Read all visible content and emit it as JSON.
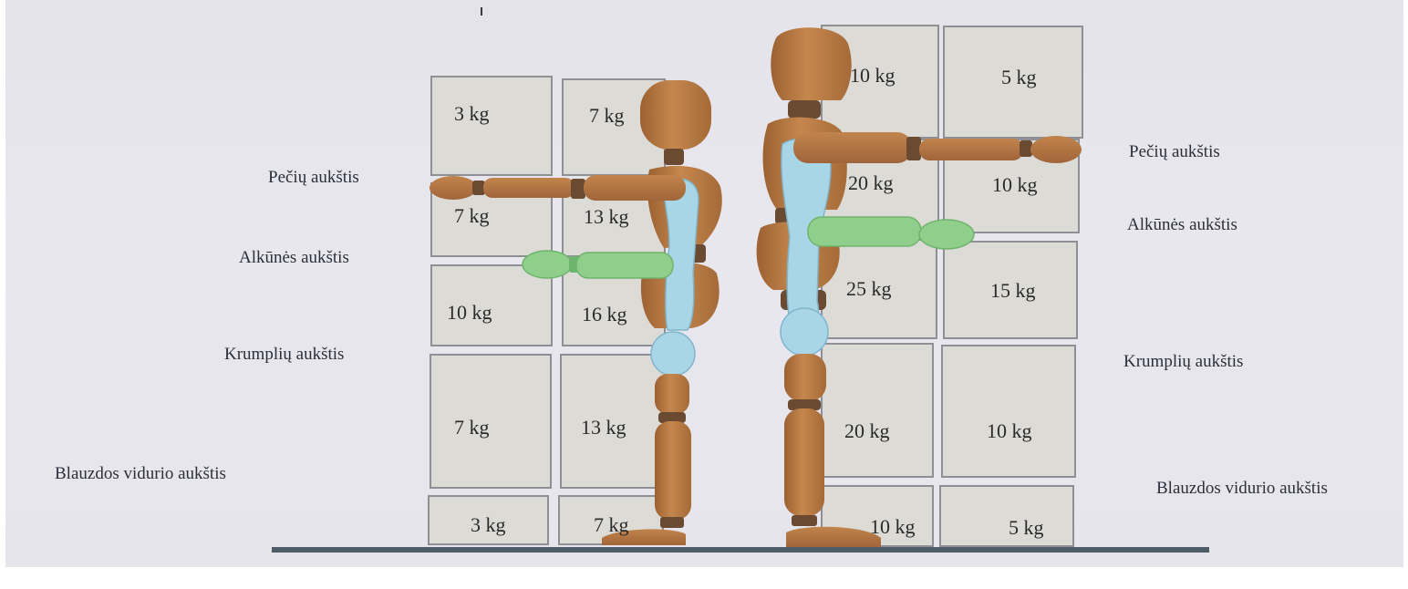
{
  "left_panel": {
    "labels": {
      "shoulder": "Pečių aukštis",
      "elbow": "Alkūnės aukštis",
      "knuckle": "Krumplių aukštis",
      "midshin": "Blauzdos vidurio aukštis"
    },
    "weights": [
      [
        "3 kg",
        "7 kg"
      ],
      [
        "7 kg",
        "13 kg"
      ],
      [
        "10 kg",
        "16 kg"
      ],
      [
        "7 kg",
        "13 kg"
      ],
      [
        "3 kg",
        "7 kg"
      ]
    ]
  },
  "right_panel": {
    "labels": {
      "shoulder": "Pečių aukštis",
      "elbow": "Alkūnės aukštis",
      "knuckle": "Krumplių aukštis",
      "midshin": "Blauzdos vidurio aukštis"
    },
    "weights": [
      [
        "10 kg",
        "5 kg"
      ],
      [
        "20 kg",
        "10 kg"
      ],
      [
        "25 kg",
        "15 kg"
      ],
      [
        "20 kg",
        "10 kg"
      ],
      [
        "10 kg",
        "5 kg"
      ]
    ]
  },
  "colors": {
    "wood": "#b5763f",
    "wood_dark": "#6b4a32",
    "blue_highlight": "#a9d6e6",
    "green_highlight": "#8fcf8b",
    "box_fill": "#dcdbd6",
    "floor": "#4d5e66"
  }
}
